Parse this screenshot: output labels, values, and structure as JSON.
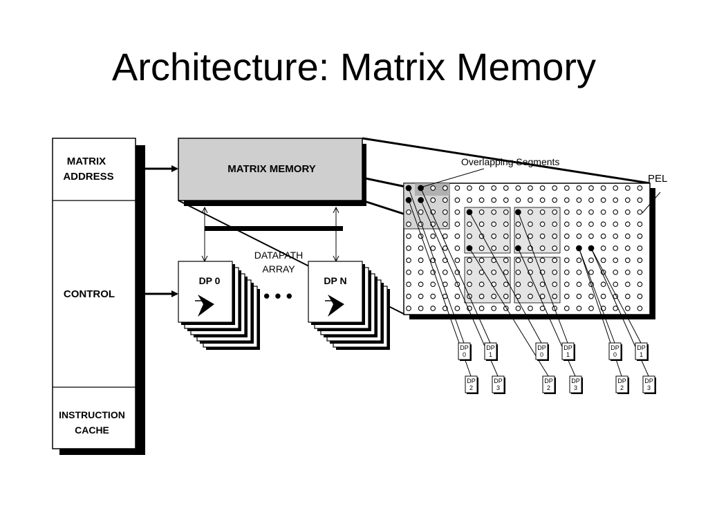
{
  "title": "Architecture: Matrix Memory",
  "diagram": {
    "controller": {
      "matrix_address": [
        "MATRIX",
        "ADDRESS"
      ],
      "control": "CONTROL",
      "instruction_cache": [
        "INSTRUCTION",
        "CACHE"
      ]
    },
    "matrix_memory_label": "MATRIX MEMORY",
    "datapath_array_label": [
      "DATAPATH",
      "ARRAY"
    ],
    "dp_first_label": "DP 0",
    "dp_last_label": "DP   N",
    "ellipsis": "• • •",
    "overlapping_segments_label": "Overlapping Segments",
    "pel_label": "PEL",
    "dp_prefix": "DP",
    "dp_tag_groups": [
      {
        "top": [
          "0",
          "1"
        ],
        "bottom": [
          "2",
          "3"
        ]
      },
      {
        "top": [
          "0",
          "1"
        ],
        "bottom": [
          "2",
          "3"
        ]
      },
      {
        "top": [
          "0",
          "1"
        ],
        "bottom": [
          "2",
          "3"
        ]
      }
    ],
    "colors": {
      "ink": "#000000",
      "memory_box": "#cfcfcf",
      "segment_fill": "#e4e4e4",
      "segment_fill_dark": "#bdbdbd"
    }
  }
}
